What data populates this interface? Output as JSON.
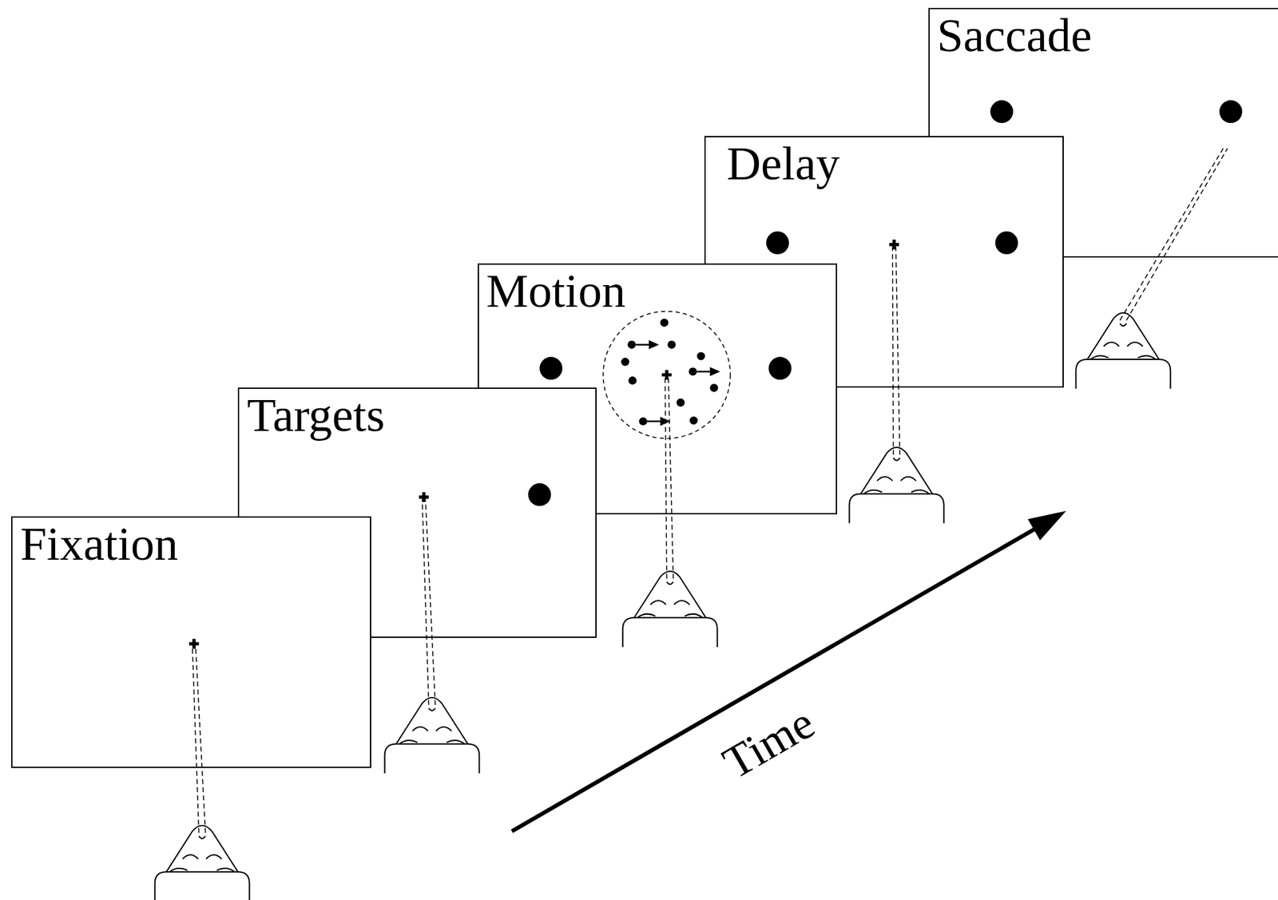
{
  "diagram": {
    "nodes": [
      {
        "text": [
          "Fixation"
        ]
      },
      {
        "text": [
          "Targets"
        ]
      },
      {
        "text": [
          "Motion"
        ]
      },
      {
        "text": [
          "Delay"
        ]
      },
      {
        "text": [
          "Saccade"
        ]
      }
    ],
    "labels": [
      "Time"
    ]
  }
}
